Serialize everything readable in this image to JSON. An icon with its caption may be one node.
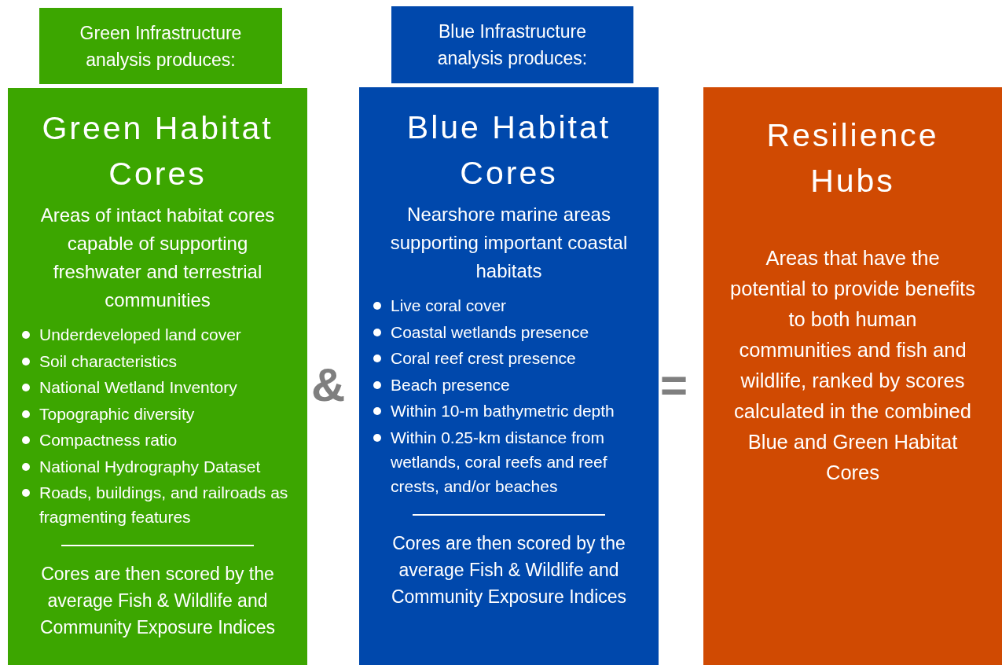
{
  "diagram": {
    "nodes": [
      {
        "text": [
          "Green Infrastructure analysis produces:"
        ]
      },
      {
        "text": [
          "Green Habitat Cores",
          "Areas of intact habitat cores capable of supporting freshwater and terrestrial communities",
          "Underdeveloped land cover",
          "Soil characteristics",
          "National Wetland Inventory",
          "Topographic diversity",
          "Compactness ratio",
          "National Hydrography Dataset",
          "Roads, buildings, and railroads as fragmenting features",
          "Cores are then scored by the average Fish & Wildlife and Community Exposure Indices"
        ]
      },
      {
        "text": [
          "Blue Infrastructure analysis produces:"
        ]
      },
      {
        "text": [
          "Blue Habitat Cores",
          "Nearshore marine areas supporting important coastal habitats",
          "Live coral cover",
          "Coastal wetlands presence",
          "Coral reef crest presence",
          "Beach presence",
          "Within 10-m bathymetric depth",
          "Within 0.25-km distance from wetlands, coral reefs and reef crests, and/or beaches",
          "Cores are then scored by the average Fish & Wildlife and Community Exposure Indices"
        ]
      },
      {
        "text": [
          "Resilience Hubs",
          "Areas that have the potential to provide benefits to both human communities and fish and wildlife, ranked by scores calculated in the combined Blue and Green Habitat Cores"
        ]
      }
    ],
    "labels": [
      "&",
      "="
    ]
  }
}
